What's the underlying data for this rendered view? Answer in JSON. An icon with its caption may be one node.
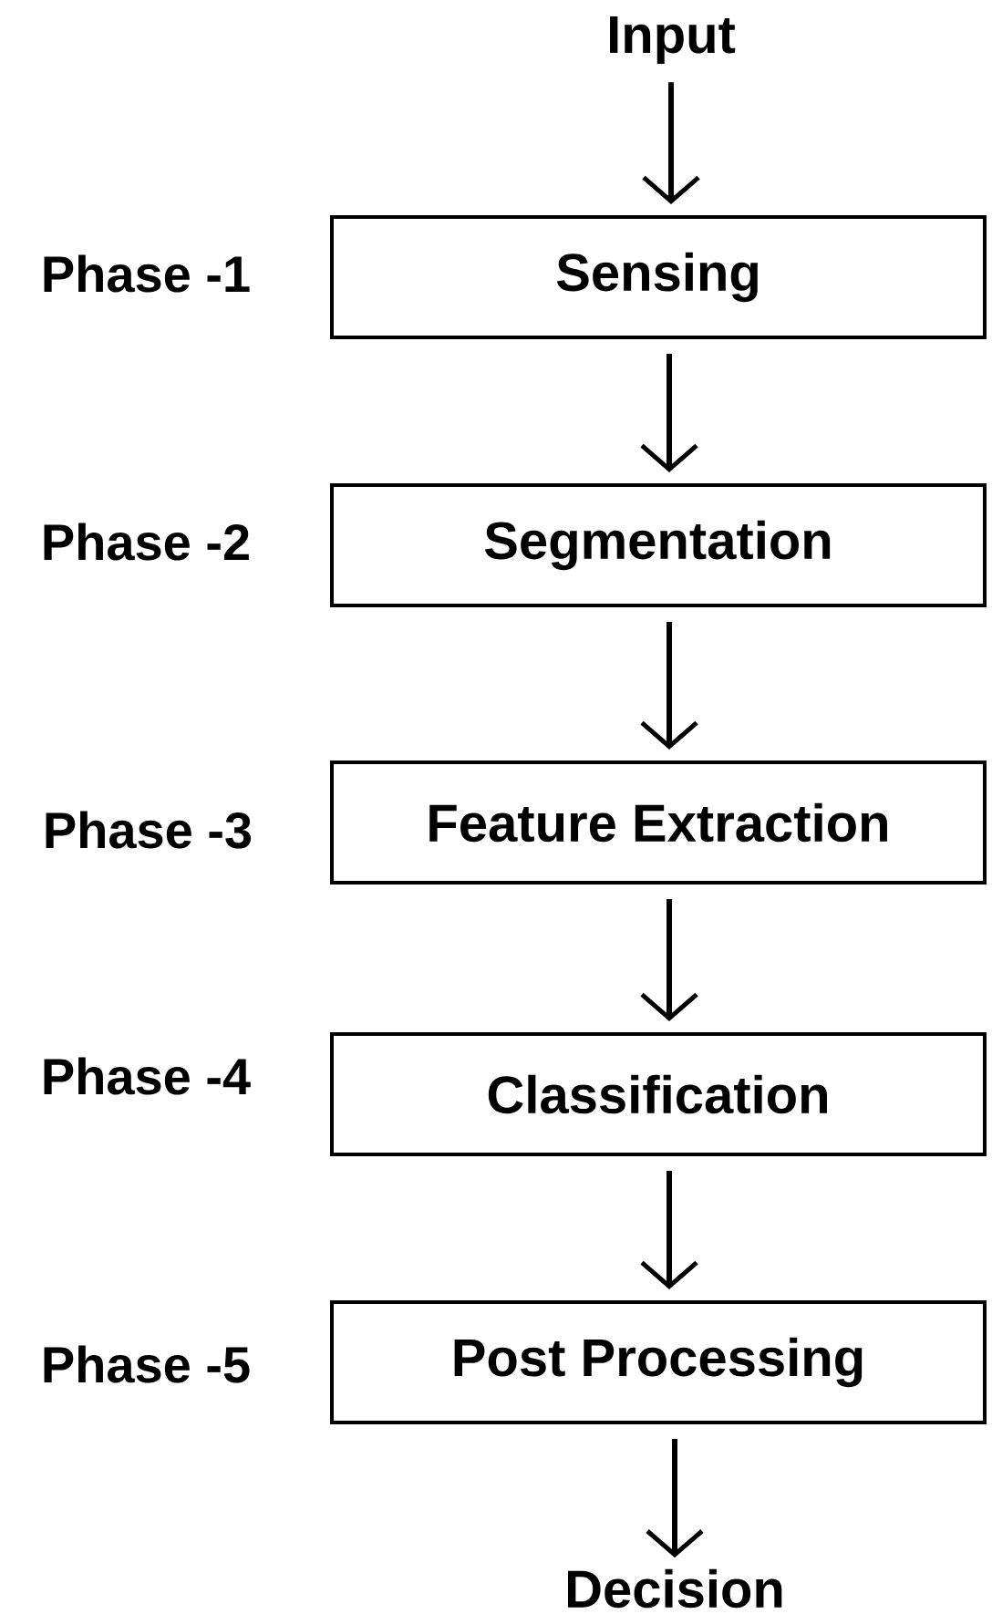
{
  "diagram": {
    "nodes": [
      {
        "text": [
          "Input"
        ]
      },
      {
        "text": [
          "Sensing"
        ],
        "beside": [
          "Phase -1"
        ]
      },
      {
        "text": [
          "Segmentation"
        ],
        "beside": [
          "Phase -2"
        ]
      },
      {
        "text": [
          "Feature Extraction"
        ],
        "beside": [
          "Phase -3"
        ]
      },
      {
        "text": [
          "Classification"
        ],
        "beside": [
          "Phase -4"
        ]
      },
      {
        "text": [
          "Post Processing"
        ],
        "beside": [
          "Phase -5"
        ]
      },
      {
        "text": [
          "Decision"
        ]
      }
    ],
    "edges": [
      {
        "from": 0,
        "to": 1,
        "arrow": "to"
      },
      {
        "from": 1,
        "to": 2,
        "arrow": "to"
      },
      {
        "from": 2,
        "to": 3,
        "arrow": "to"
      },
      {
        "from": 3,
        "to": 4,
        "arrow": "to"
      },
      {
        "from": 4,
        "to": 5,
        "arrow": "to"
      },
      {
        "from": 5,
        "to": 6,
        "arrow": "to"
      }
    ]
  }
}
